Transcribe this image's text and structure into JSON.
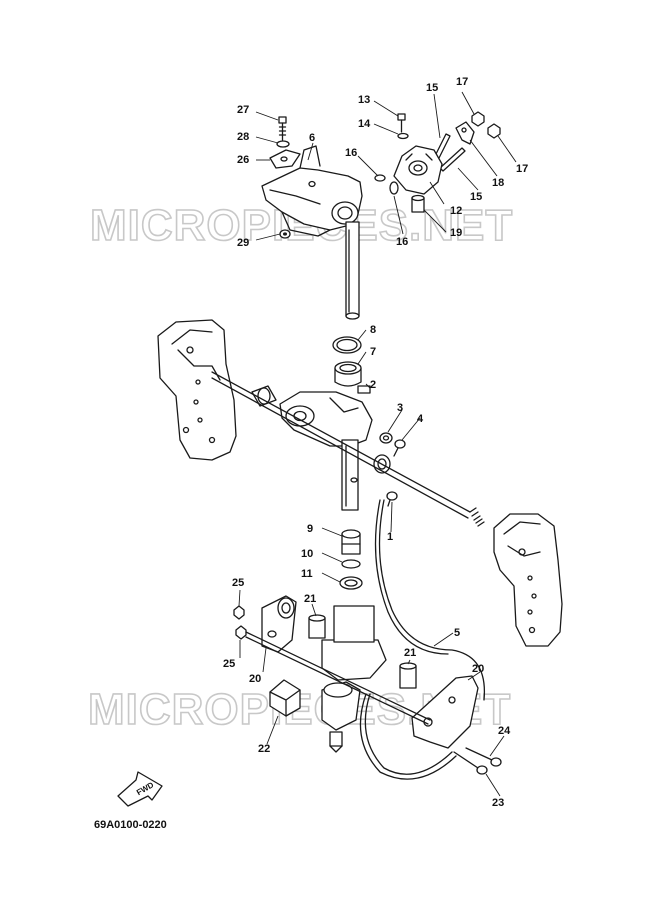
{
  "watermark_text": "MICROPIECES.NET",
  "diagram_code": "69A0100-0220",
  "forward_label": "FWD",
  "callouts": [
    {
      "id": "c1",
      "label": "1"
    },
    {
      "id": "c2",
      "label": "2"
    },
    {
      "id": "c3",
      "label": "3"
    },
    {
      "id": "c4",
      "label": "4"
    },
    {
      "id": "c5",
      "label": "5"
    },
    {
      "id": "c6",
      "label": "6"
    },
    {
      "id": "c7",
      "label": "7"
    },
    {
      "id": "c8",
      "label": "8"
    },
    {
      "id": "c9",
      "label": "9"
    },
    {
      "id": "c10",
      "label": "10"
    },
    {
      "id": "c11",
      "label": "11"
    },
    {
      "id": "c12",
      "label": "12"
    },
    {
      "id": "c13",
      "label": "13"
    },
    {
      "id": "c14",
      "label": "14"
    },
    {
      "id": "c15a",
      "label": "15"
    },
    {
      "id": "c15b",
      "label": "15"
    },
    {
      "id": "c16a",
      "label": "16"
    },
    {
      "id": "c16b",
      "label": "16"
    },
    {
      "id": "c17a",
      "label": "17"
    },
    {
      "id": "c17b",
      "label": "17"
    },
    {
      "id": "c18",
      "label": "18"
    },
    {
      "id": "c19",
      "label": "19"
    },
    {
      "id": "c20a",
      "label": "20"
    },
    {
      "id": "c20b",
      "label": "20"
    },
    {
      "id": "c21a",
      "label": "21"
    },
    {
      "id": "c21b",
      "label": "21"
    },
    {
      "id": "c22",
      "label": "22"
    },
    {
      "id": "c23",
      "label": "23"
    },
    {
      "id": "c24",
      "label": "24"
    },
    {
      "id": "c25a",
      "label": "25"
    },
    {
      "id": "c25b",
      "label": "25"
    },
    {
      "id": "c26",
      "label": "26"
    },
    {
      "id": "c27",
      "label": "27"
    },
    {
      "id": "c28",
      "label": "28"
    },
    {
      "id": "c29",
      "label": "29"
    }
  ]
}
